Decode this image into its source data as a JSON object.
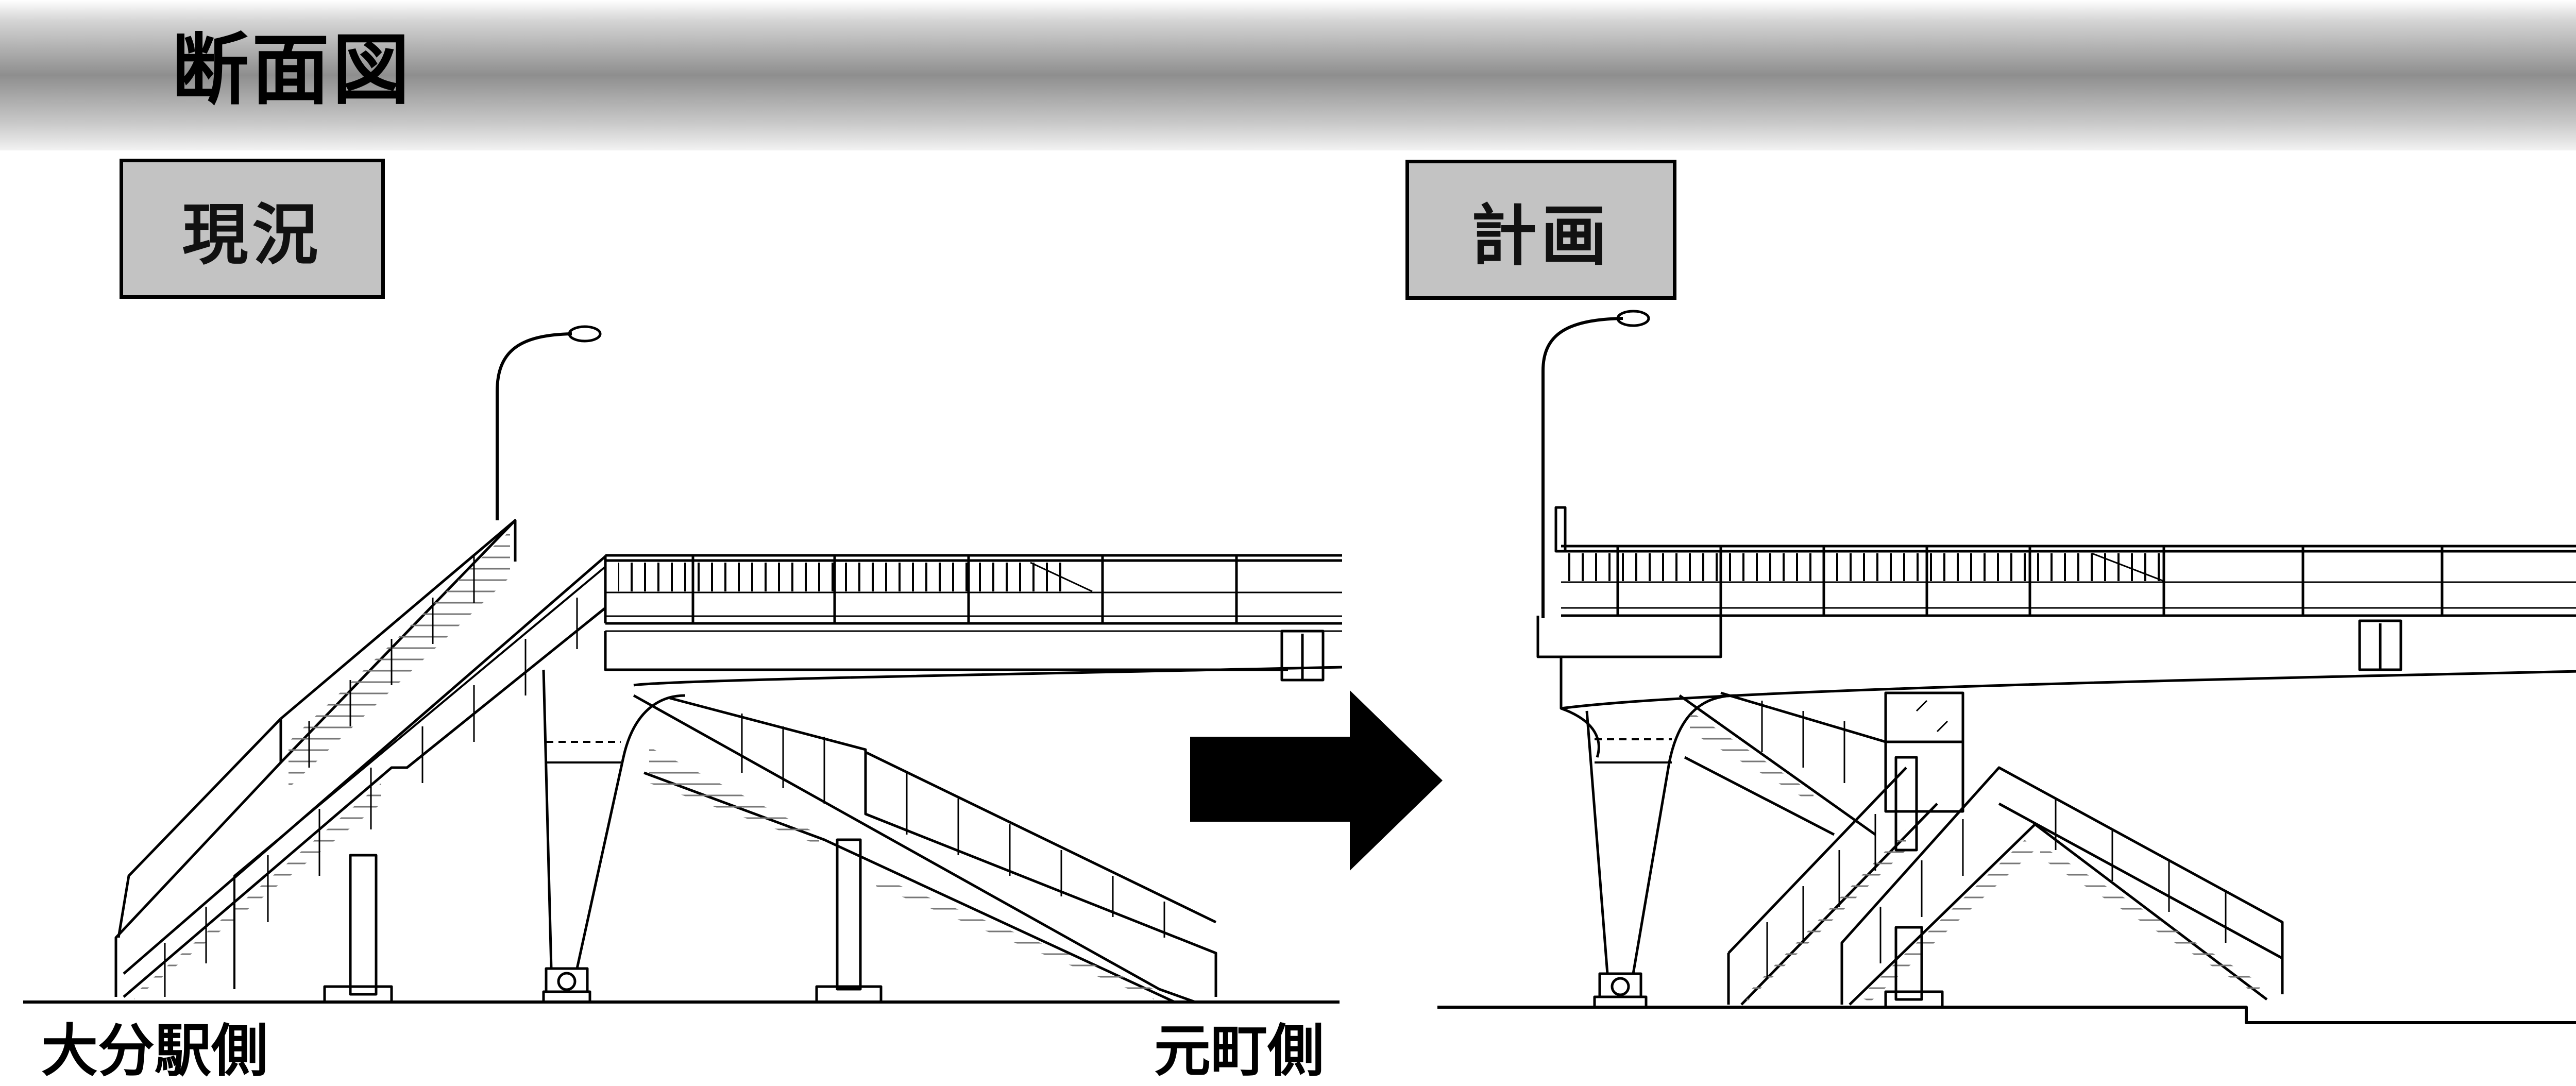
{
  "page": {
    "title": "断面図",
    "label_current": "現況",
    "label_plan": "計画",
    "side_left": "大分駅側",
    "side_right": "元町側"
  },
  "colors": {
    "line": "#000000",
    "label_box_fill": "#c3c3c3",
    "header_bar_mid": "#8e8e8e",
    "arrow": "#000000"
  },
  "icons": {
    "transition": "right-arrow-icon",
    "streetlight": "streetlight-icon"
  }
}
